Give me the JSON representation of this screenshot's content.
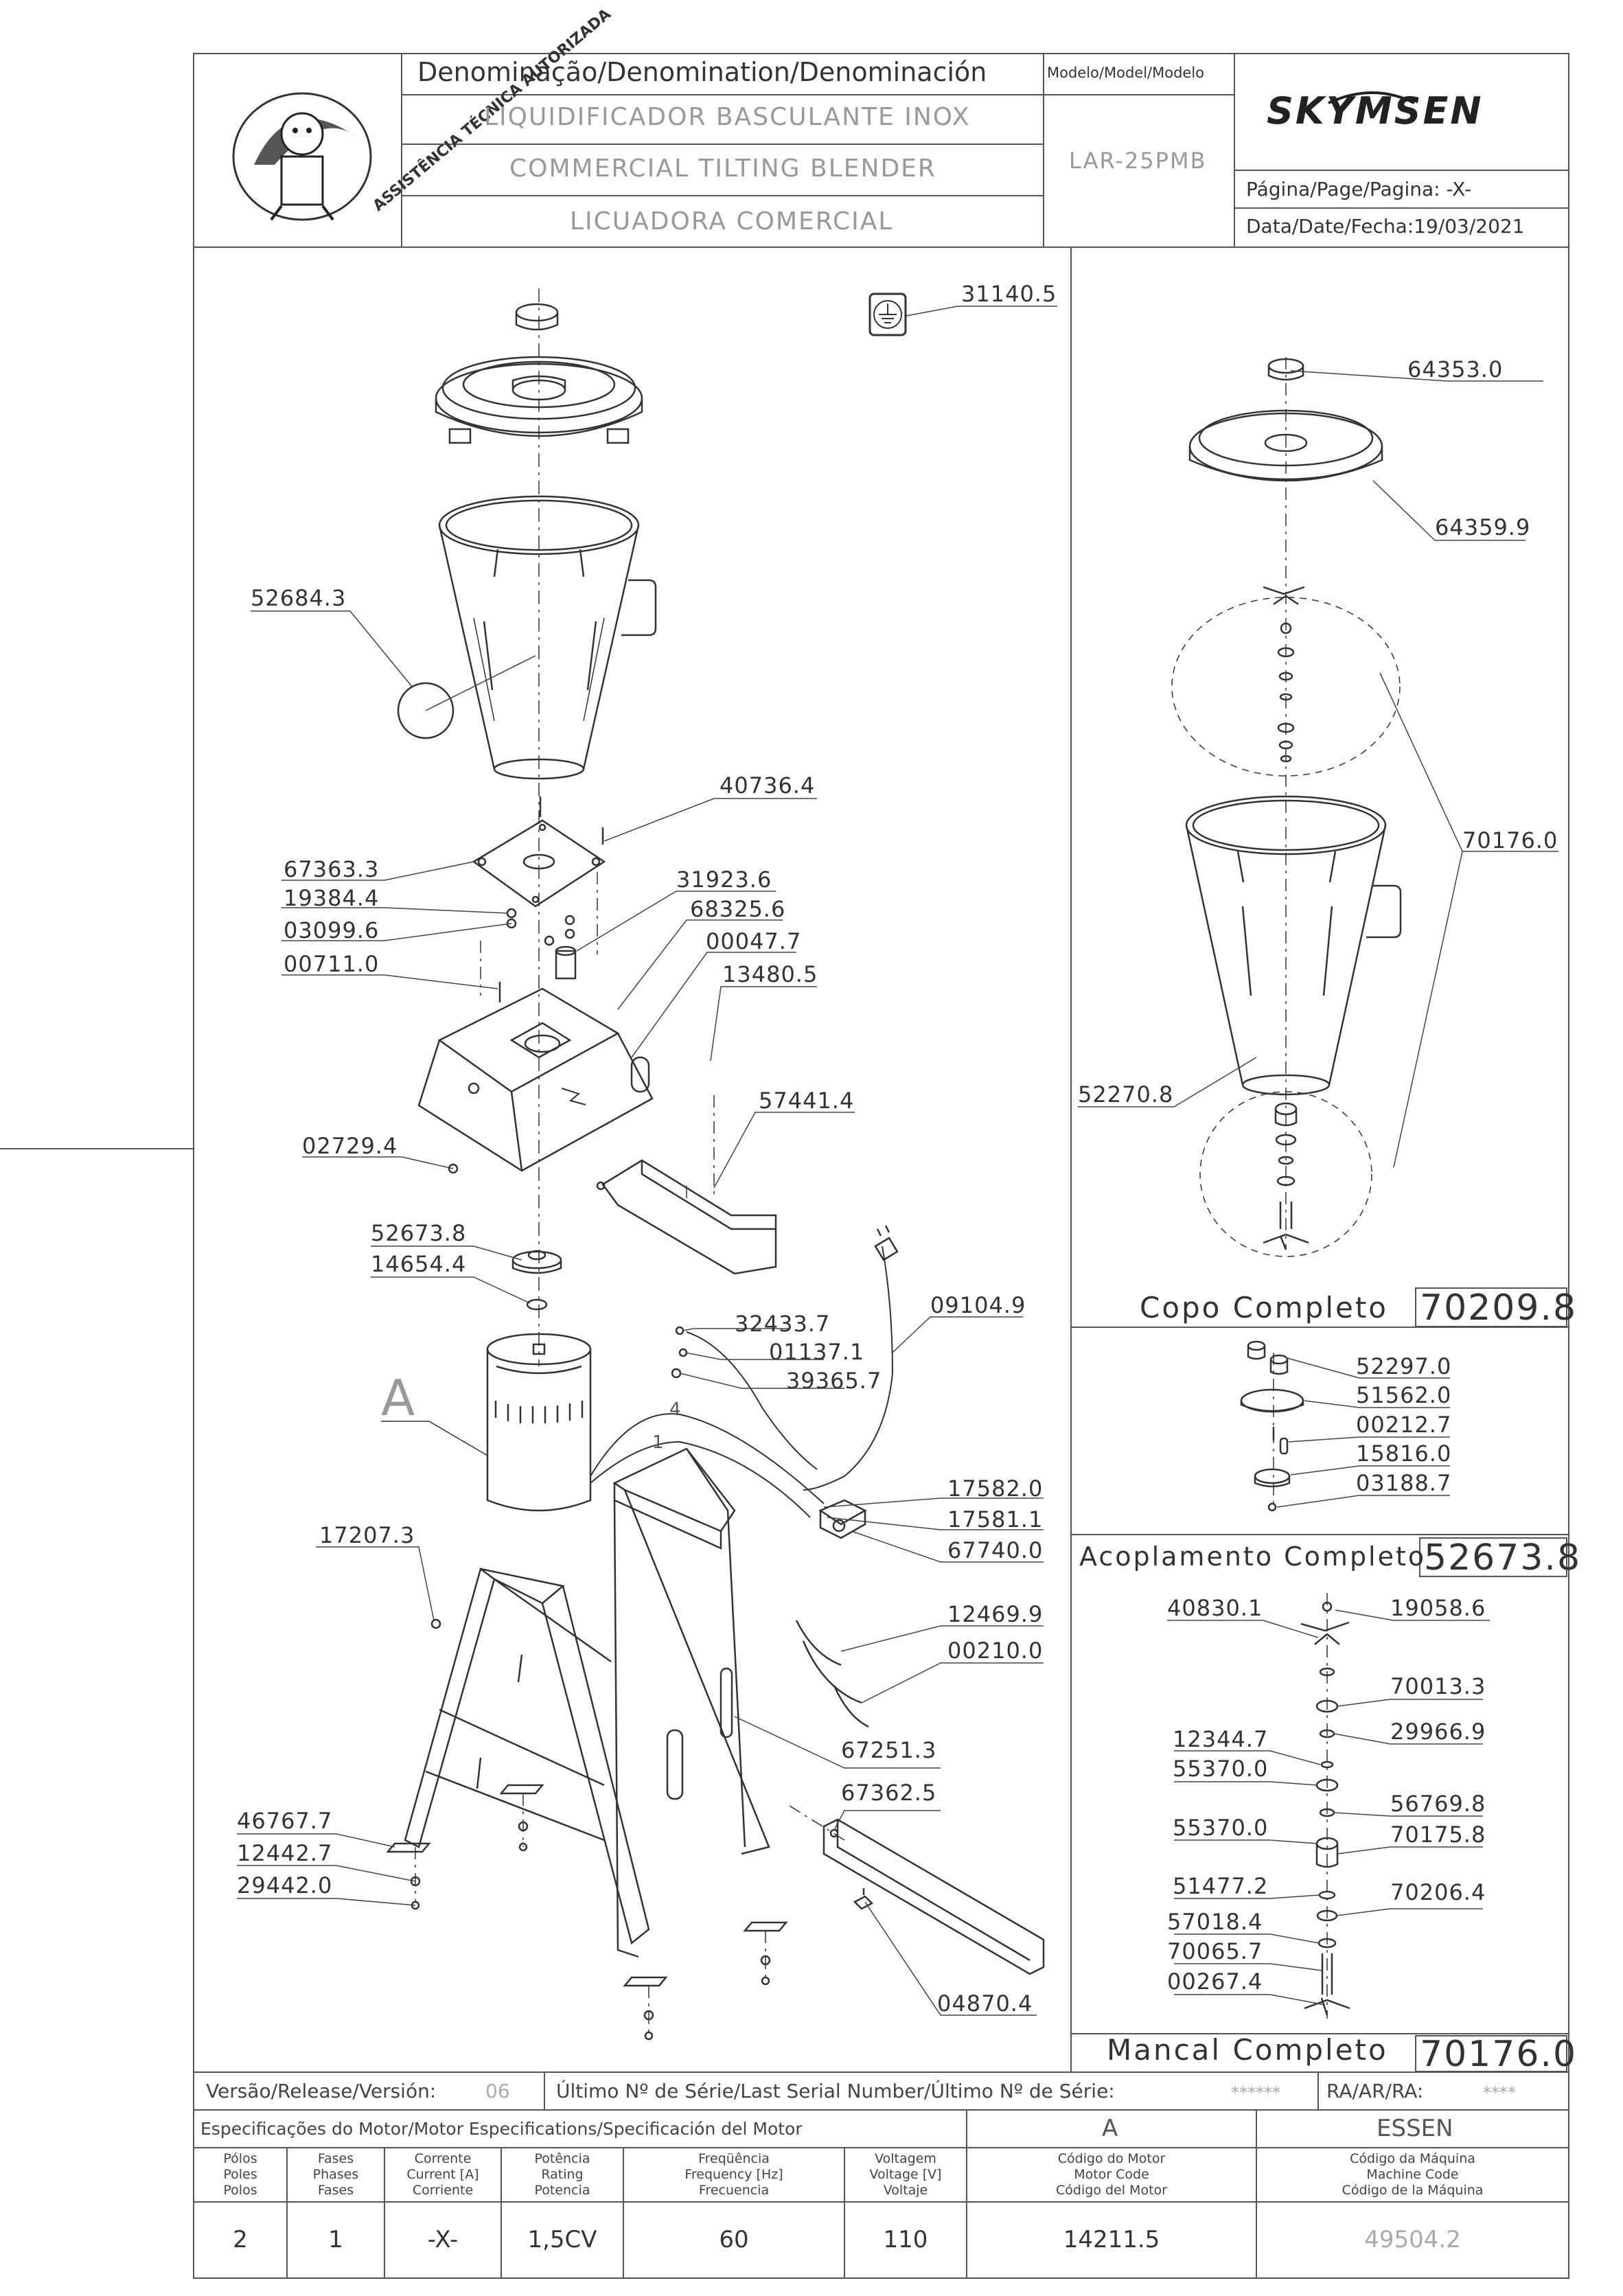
{
  "header": {
    "denomination_label": "Denominação/Denomination/Denominación",
    "name_pt": "LIQUIDIFICADOR BASCULANTE INOX",
    "name_en": "COMMERCIAL TILTING BLENDER",
    "name_es": "LICUADORA COMERCIAL",
    "model_label": "Modelo/Model/Modelo",
    "model_value": "LAR-25PMB",
    "brand": "SKYMSEN",
    "page_label": "Página/Page/Pagina: -X-",
    "date_label": "Data/Date/Fecha:19/03/2021",
    "badge_text": "ASSISTÊNCIA TÉCNICA AUTORIZADA"
  },
  "main_parts": [
    {
      "code": "31140.5"
    },
    {
      "code": "52684.3"
    },
    {
      "code": "40736.4"
    },
    {
      "code": "67363.3"
    },
    {
      "code": "19384.4"
    },
    {
      "code": "03099.6"
    },
    {
      "code": "00711.0"
    },
    {
      "code": "31923.6"
    },
    {
      "code": "68325.6"
    },
    {
      "code": "00047.7"
    },
    {
      "code": "13480.5"
    },
    {
      "code": "57441.4"
    },
    {
      "code": "02729.4"
    },
    {
      "code": "52673.8"
    },
    {
      "code": "14654.4"
    },
    {
      "code": "09104.9"
    },
    {
      "code": "32433.7"
    },
    {
      "code": "01137.1"
    },
    {
      "code": "39365.7"
    },
    {
      "code": "17582.0"
    },
    {
      "code": "17581.1"
    },
    {
      "code": "67740.0"
    },
    {
      "code": "17207.3"
    },
    {
      "code": "12469.9"
    },
    {
      "code": "00210.0"
    },
    {
      "code": "67251.3"
    },
    {
      "code": "67362.5"
    },
    {
      "code": "46767.7"
    },
    {
      "code": "12442.7"
    },
    {
      "code": "29442.0"
    },
    {
      "code": "04870.4"
    }
  ],
  "motor_letter": "A",
  "wire_marks": [
    "4",
    "1"
  ],
  "copo": {
    "title": "Copo Completo",
    "code": "70209.8",
    "parts": [
      "64353.0",
      "64359.9",
      "70176.0",
      "52270.8"
    ]
  },
  "acoplamento": {
    "title": "Acoplamento Completo",
    "code": "52673.8",
    "parts": [
      "52297.0",
      "51562.0",
      "00212.7",
      "15816.0",
      "03188.7"
    ]
  },
  "mancal": {
    "title": "Mancal Completo",
    "code": "70176.0",
    "parts": [
      "40830.1",
      "19058.6",
      "70013.3",
      "12344.7",
      "29966.9",
      "55370.0",
      "56769.8",
      "55370.0",
      "70175.8",
      "51477.2",
      "70206.4",
      "57018.4",
      "70065.7",
      "00267.4"
    ]
  },
  "release": {
    "version_label": "Versão/Release/Versión:",
    "version_value": "06",
    "serial_label": "Último Nº de Série/Last Serial Number/Último Nº de Série:",
    "serial_value": "******",
    "ra_label": "RA/AR/RA:",
    "ra_value": "****"
  },
  "motor_spec": {
    "title": "Especificações do Motor/Motor Especifications/Specificación del Motor",
    "col_a": "A",
    "col_essen": "ESSEN",
    "headers": [
      [
        "Pólos",
        "Poles",
        "Polos"
      ],
      [
        "Fases",
        "Phases",
        "Fases"
      ],
      [
        "Corrente",
        "Current [A]",
        "Corriente"
      ],
      [
        "Potência",
        "Rating",
        "Potencia"
      ],
      [
        "Freqüência",
        "Frequency [Hz]",
        "Frecuencia"
      ],
      [
        "Voltagem",
        "Voltage [V]",
        "Voltaje"
      ],
      [
        "Código do Motor",
        "Motor Code",
        "Código del Motor"
      ],
      [
        "Código da Máquina",
        "Machine Code",
        "Código de la Máquina"
      ]
    ],
    "values": [
      "2",
      "1",
      "-X-",
      "1,5CV",
      "60",
      "110",
      "14211.5",
      "49504.2"
    ]
  }
}
